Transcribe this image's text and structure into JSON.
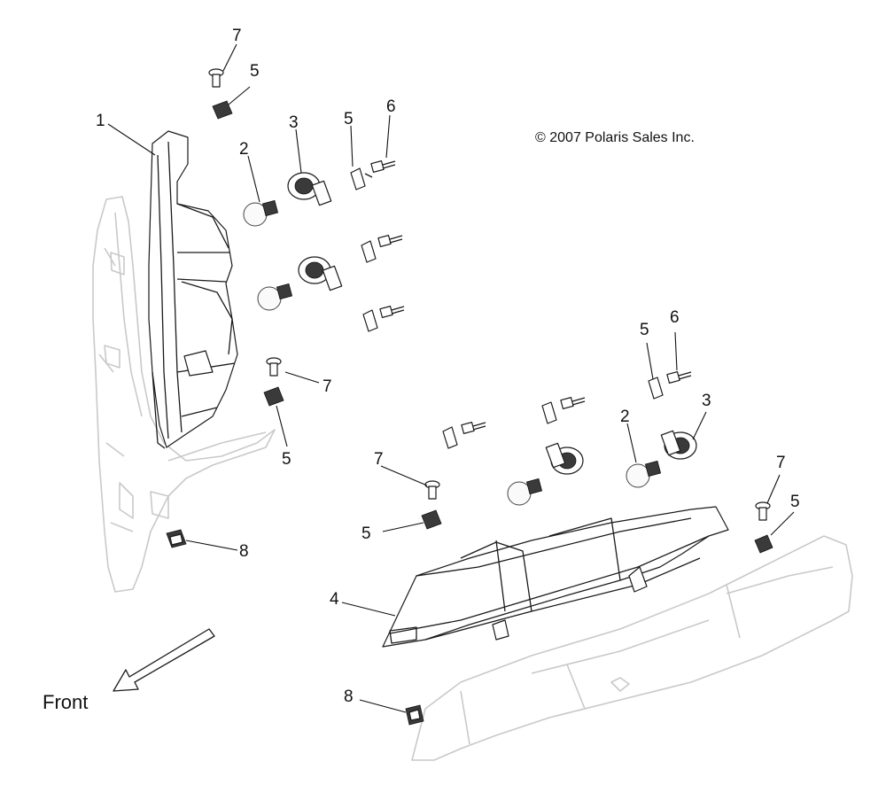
{
  "copyright": {
    "symbol": "©",
    "text": "2007 Polaris Sales Inc."
  },
  "front_label": "Front",
  "callouts": {
    "c1": "1",
    "c2a": "2",
    "c2b": "2",
    "c3a": "3",
    "c3b": "3",
    "c4": "4",
    "c5a": "5",
    "c5b": "5",
    "c5c": "5",
    "c5d": "5",
    "c5e": "5",
    "c5f": "5",
    "c6a": "6",
    "c6b": "6",
    "c7a": "7",
    "c7b": "7",
    "c7c": "7",
    "c7d": "7",
    "c8a": "8",
    "c8b": "8"
  },
  "colors": {
    "ink": "#1a1a1a",
    "ghost": "#c9c9c9",
    "background": "#ffffff"
  }
}
